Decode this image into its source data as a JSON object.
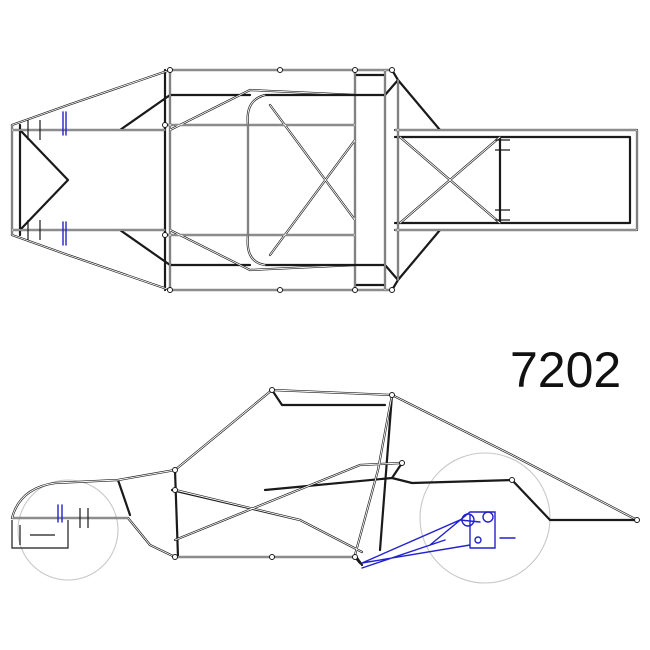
{
  "drawing": {
    "part_number": "7202",
    "views": [
      "top-view",
      "side-view"
    ],
    "colors": {
      "frame": "#1a1a1a",
      "suspension": "#2222cc",
      "wheel_outline": "#c8c8c8",
      "background": "#ffffff"
    }
  }
}
